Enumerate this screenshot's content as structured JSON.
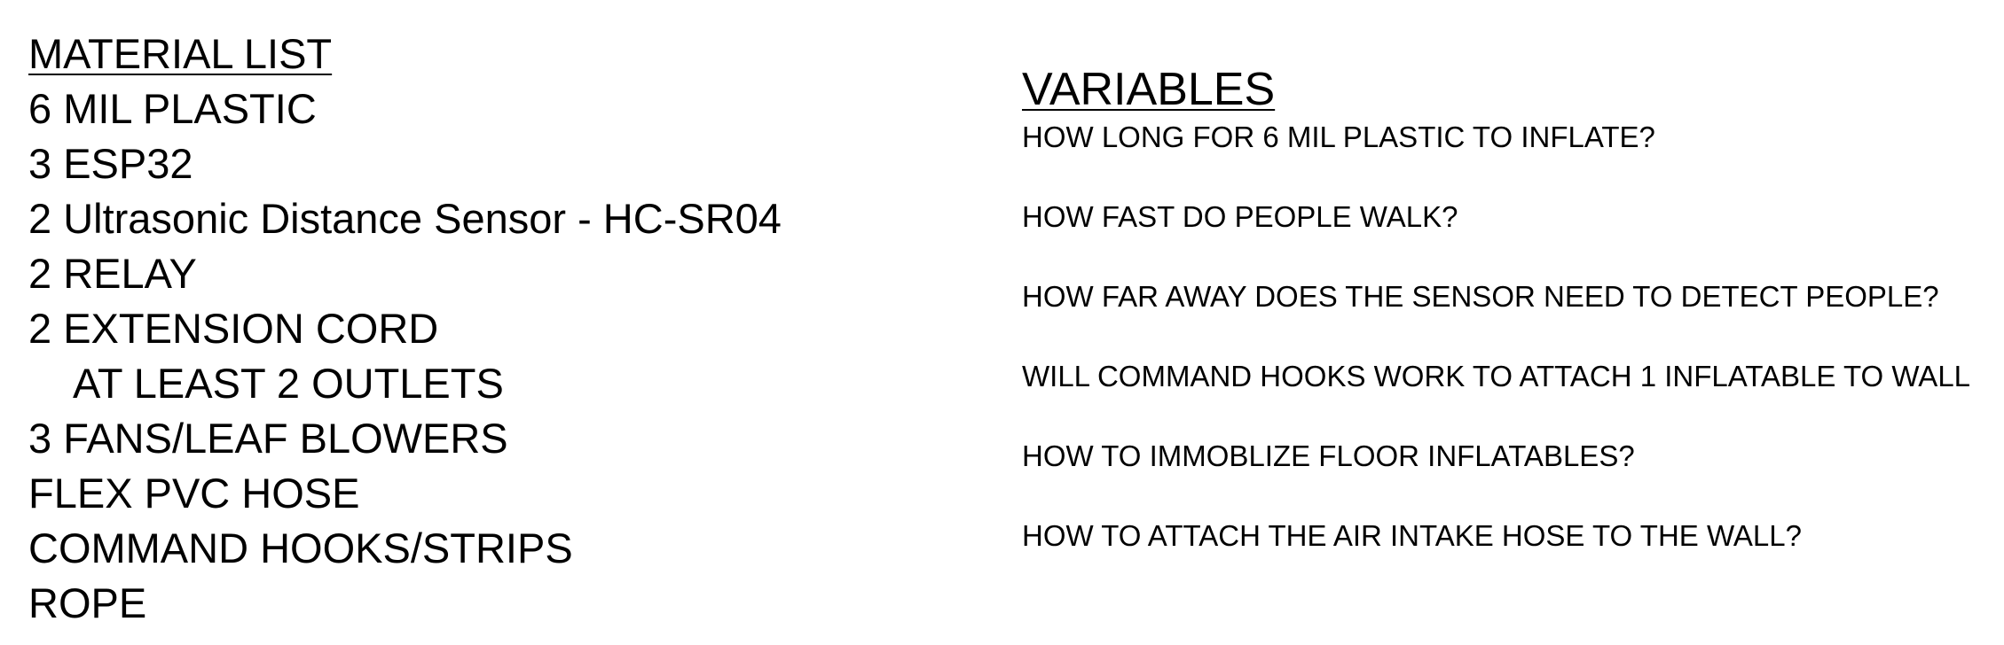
{
  "material_list": {
    "heading": "MATERIAL LIST",
    "items": [
      {
        "text": "6 MIL PLASTIC",
        "indent": false
      },
      {
        "text": "3 ESP32",
        "indent": false
      },
      {
        "text": "2 Ultrasonic Distance Sensor - HC-SR04",
        "indent": false
      },
      {
        "text": "2 RELAY",
        "indent": false
      },
      {
        "text": "2 EXTENSION CORD",
        "indent": false
      },
      {
        "text": "AT LEAST 2 OUTLETS",
        "indent": true
      },
      {
        "text": "3 FANS/LEAF BLOWERS",
        "indent": false
      },
      {
        "text": "FLEX PVC HOSE",
        "indent": false
      },
      {
        "text": "COMMAND HOOKS/STRIPS",
        "indent": false
      },
      {
        "text": "ROPE",
        "indent": false
      }
    ]
  },
  "variables": {
    "heading": "VARIABLES",
    "questions": [
      "HOW LONG FOR 6 MIL PLASTIC TO INFLATE?",
      "HOW FAST DO PEOPLE WALK?",
      "HOW FAR AWAY DOES THE SENSOR NEED TO DETECT PEOPLE?",
      "WILL COMMAND HOOKS WORK TO ATTACH 1 INFLATABLE TO WALL",
      "HOW TO IMMOBLIZE FLOOR INFLATABLES?",
      "HOW TO ATTACH THE AIR INTAKE HOSE TO THE WALL?"
    ]
  }
}
